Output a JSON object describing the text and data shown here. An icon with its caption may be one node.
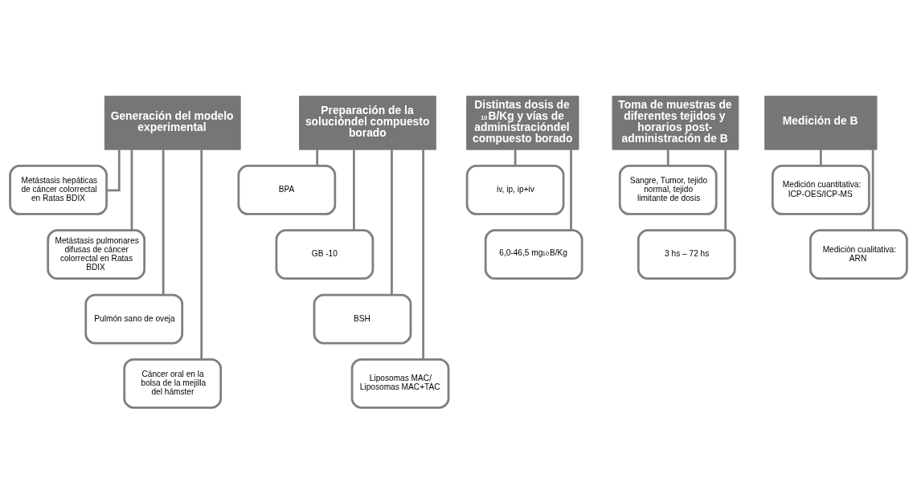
{
  "diagram": {
    "nodes": [
      {
        "text": [
          "Generación del modelo experimental"
        ]
      },
      {
        "text": [
          "Metástasis hepáticas de cáncer colorrectal en Ratas BDIX"
        ]
      },
      {
        "text": [
          "Metástasis pulmonares difusas de cáncer colorrectal en Ratas BDIX"
        ]
      },
      {
        "text": [
          "Pulmón sano de oveja"
        ]
      },
      {
        "text": [
          "Cáncer oral en la bolsa de la mejilla del hámster"
        ]
      },
      {
        "text": [
          "Preparación de la solucióndel compuesto borado"
        ]
      },
      {
        "text": [
          "BPA"
        ]
      },
      {
        "text": [
          "GB -10"
        ]
      },
      {
        "text": [
          "BSH"
        ]
      },
      {
        "text": [
          "Liposomas MAC/ Liposomas MAC+TAC"
        ]
      },
      {
        "text": [
          "Distintas dosis de $^{10}$B/Kg y vías de administracióndel compuesto borado"
        ]
      },
      {
        "text": [
          "iv, ip, ip+iv"
        ]
      },
      {
        "text": [
          "6,0-46,5 mg$^{10}$B/Kg"
        ]
      },
      {
        "text": [
          "Toma de muestras de diferentes tejidos y horarios post-administración de B"
        ]
      },
      {
        "text": [
          "Sangre, Tumor, tejido normal, tejido limitante de dosis"
        ]
      },
      {
        "text": [
          "3 hs – 72 hs"
        ]
      },
      {
        "text": [
          "Medición de B"
        ]
      },
      {
        "text": [
          "Medición cuantitativa: ICP-OES/ICP-MS"
        ]
      },
      {
        "text": [
          "Medición cualitativa: ARN"
        ]
      }
    ],
    "edges": [
      {
        "from": 0,
        "to": 1,
        "arrow": "none"
      },
      {
        "from": 0,
        "to": 2,
        "arrow": "none"
      },
      {
        "from": 0,
        "to": 3,
        "arrow": "none"
      },
      {
        "from": 0,
        "to": 4,
        "arrow": "none"
      },
      {
        "from": 5,
        "to": 6,
        "arrow": "none"
      },
      {
        "from": 5,
        "to": 7,
        "arrow": "none"
      },
      {
        "from": 5,
        "to": 8,
        "arrow": "none"
      },
      {
        "from": 5,
        "to": 9,
        "arrow": "none"
      },
      {
        "from": 10,
        "to": 11,
        "arrow": "none"
      },
      {
        "from": 10,
        "to": 12,
        "arrow": "none"
      },
      {
        "from": 13,
        "to": 14,
        "arrow": "none"
      },
      {
        "from": 13,
        "to": 15,
        "arrow": "none"
      },
      {
        "from": 16,
        "to": 17,
        "arrow": "none"
      },
      {
        "from": 16,
        "to": 18,
        "arrow": "none"
      }
    ]
  }
}
